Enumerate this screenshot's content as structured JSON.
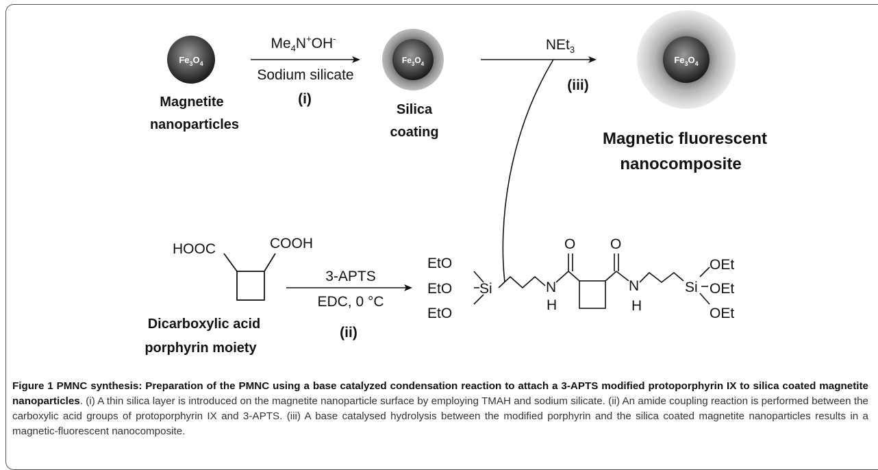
{
  "scheme": {
    "core_label_main": "Fe",
    "core_label_sub3": "3",
    "core_label_o": "O",
    "core_label_sub4": "4",
    "step1": {
      "reagent_me": "Me",
      "reagent_sub4": "4",
      "reagent_n": "N",
      "reagent_plus": "+",
      "reagent_oh": "OH",
      "reagent_minus": "-",
      "reagent2": "Sodium silicate",
      "numeral": "(i)"
    },
    "step2": {
      "reagent1": "3-APTS",
      "reagent2": "EDC, 0 °C",
      "numeral": "(ii)"
    },
    "step3": {
      "reagent_net": "NEt",
      "reagent_sub3": "3",
      "numeral": "(iii)"
    },
    "labels": {
      "magnetite_line1": "Magnetite",
      "magnetite_line2": "nanoparticles",
      "silica_line1": "Silica",
      "silica_line2": "coating",
      "product_line1": "Magnetic fluorescent",
      "product_line2": "nanocomposite",
      "acid_line1": "Dicarboxylic acid",
      "acid_line2": "porphyrin moiety"
    },
    "molecule": {
      "hooc": "HOOC",
      "cooh": "COOH",
      "eto_top": "EtO",
      "eto_mid": "EtO",
      "si_left": "Si",
      "eto_bot": "EtO",
      "n_left": "N",
      "h_left": "H",
      "o_left": "O",
      "o_right": "O",
      "n_right": "N",
      "h_right": "H",
      "si_right": "Si",
      "oet_top": "OEt",
      "oet_mid": "OEt",
      "oet_bot": "OEt"
    },
    "colors": {
      "core_dark": "#1a1a1a",
      "core_light": "#9a9a9a",
      "shell": "#bdbdbd",
      "outer_shell": "#e3e3e3"
    }
  },
  "caption": {
    "lead": "Figure 1 PMNC synthesis: Preparation of the PMNC using a base catalyzed condensation reaction to attach a 3-APTS modified protoporphyrin IX to silica coated magnetite nanoparticles",
    "body": ". (i) A thin silica layer is introduced on the magnetite nanoparticle surface by employing TMAH and sodium silicate. (ii) An amide coupling reaction is performed between the carboxylic acid groups of protoporphyrin IX and 3-APTS. (iii) A base catalysed hydrolysis between the modified porphyrin and the silica coated magnetite nanoparticles results in a magnetic-fluorescent nanocomposite."
  }
}
